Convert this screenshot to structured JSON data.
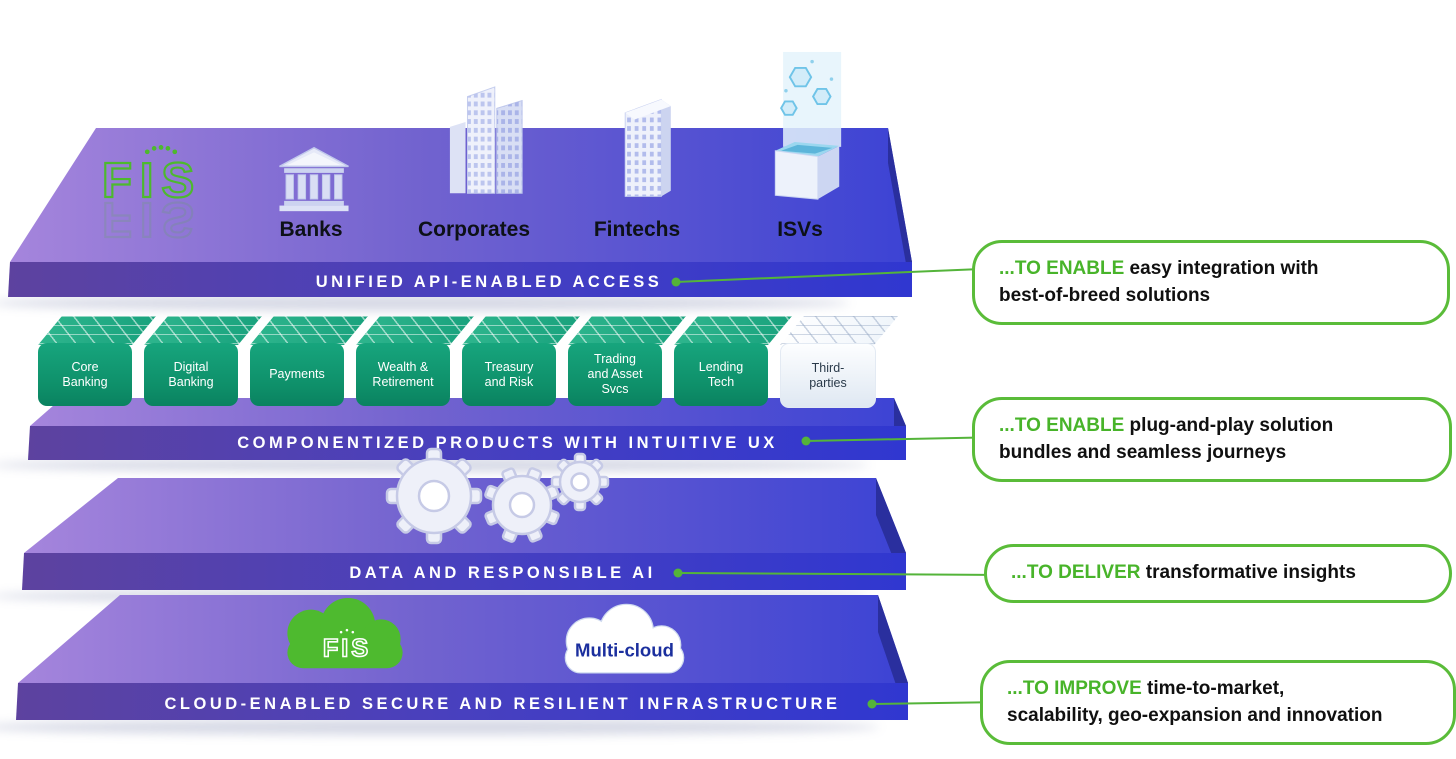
{
  "layers": [
    {
      "label": "UNIFIED API-ENABLED ACCESS"
    },
    {
      "label": "COMPONENTIZED PRODUCTS WITH INTUITIVE UX"
    },
    {
      "label": "DATA AND RESPONSIBLE AI"
    },
    {
      "label": "CLOUD-ENABLED SECURE AND RESILIENT INFRASTRUCTURE"
    }
  ],
  "access": {
    "logo": "FIS",
    "channels": [
      "Banks",
      "Corporates",
      "Fintechs",
      "ISVs"
    ]
  },
  "products": [
    "Core\nBanking",
    "Digital\nBanking",
    "Payments",
    "Wealth &\nRetirement",
    "Treasury\nand Risk",
    "Trading\nand Asset\nSvcs",
    "Lending\nTech",
    "Third-\nparties"
  ],
  "infrastructure": {
    "fis_cloud": "FIS",
    "multi_cloud": "Multi-cloud"
  },
  "callouts": [
    {
      "lead": "...TO ENABLE",
      "rest": " easy integration with\nbest-of-breed solutions"
    },
    {
      "lead": "...TO ENABLE",
      "rest": " plug-and-play solution\nbundles and seamless journeys"
    },
    {
      "lead": "...TO DELIVER",
      "rest": " transformative insights"
    },
    {
      "lead": "...TO IMPROVE",
      "rest": " time-to-market,\nscalability, geo-expansion and innovation"
    }
  ],
  "colors": {
    "accent_green": "#54b43a",
    "callout_green": "#48b42a",
    "fis_green": "#4db92e",
    "slab_purple_left": "#9b7cd8",
    "slab_blue_right": "#3b42d4",
    "product_green": "#12a078"
  }
}
